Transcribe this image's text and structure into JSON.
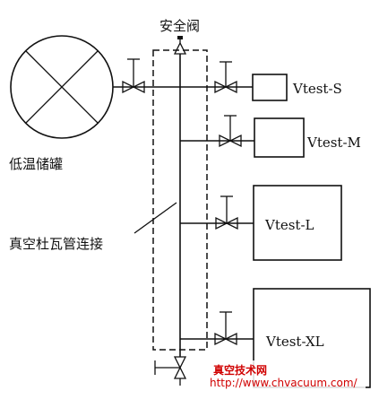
{
  "labels": {
    "safety_valve": "安全阀",
    "cryo_tank": "低温储罐",
    "vacuum_pipe": "真空杜瓦管连接"
  },
  "chambers": [
    {
      "name": "Vtest-S"
    },
    {
      "name": "Vtest-M"
    },
    {
      "name": "Vtest-L"
    },
    {
      "name": "Vtest-XL"
    }
  ],
  "watermark": {
    "site_name": "真空技术网",
    "url": "http://www.chvacuum.com/",
    "color": "#d00000"
  }
}
